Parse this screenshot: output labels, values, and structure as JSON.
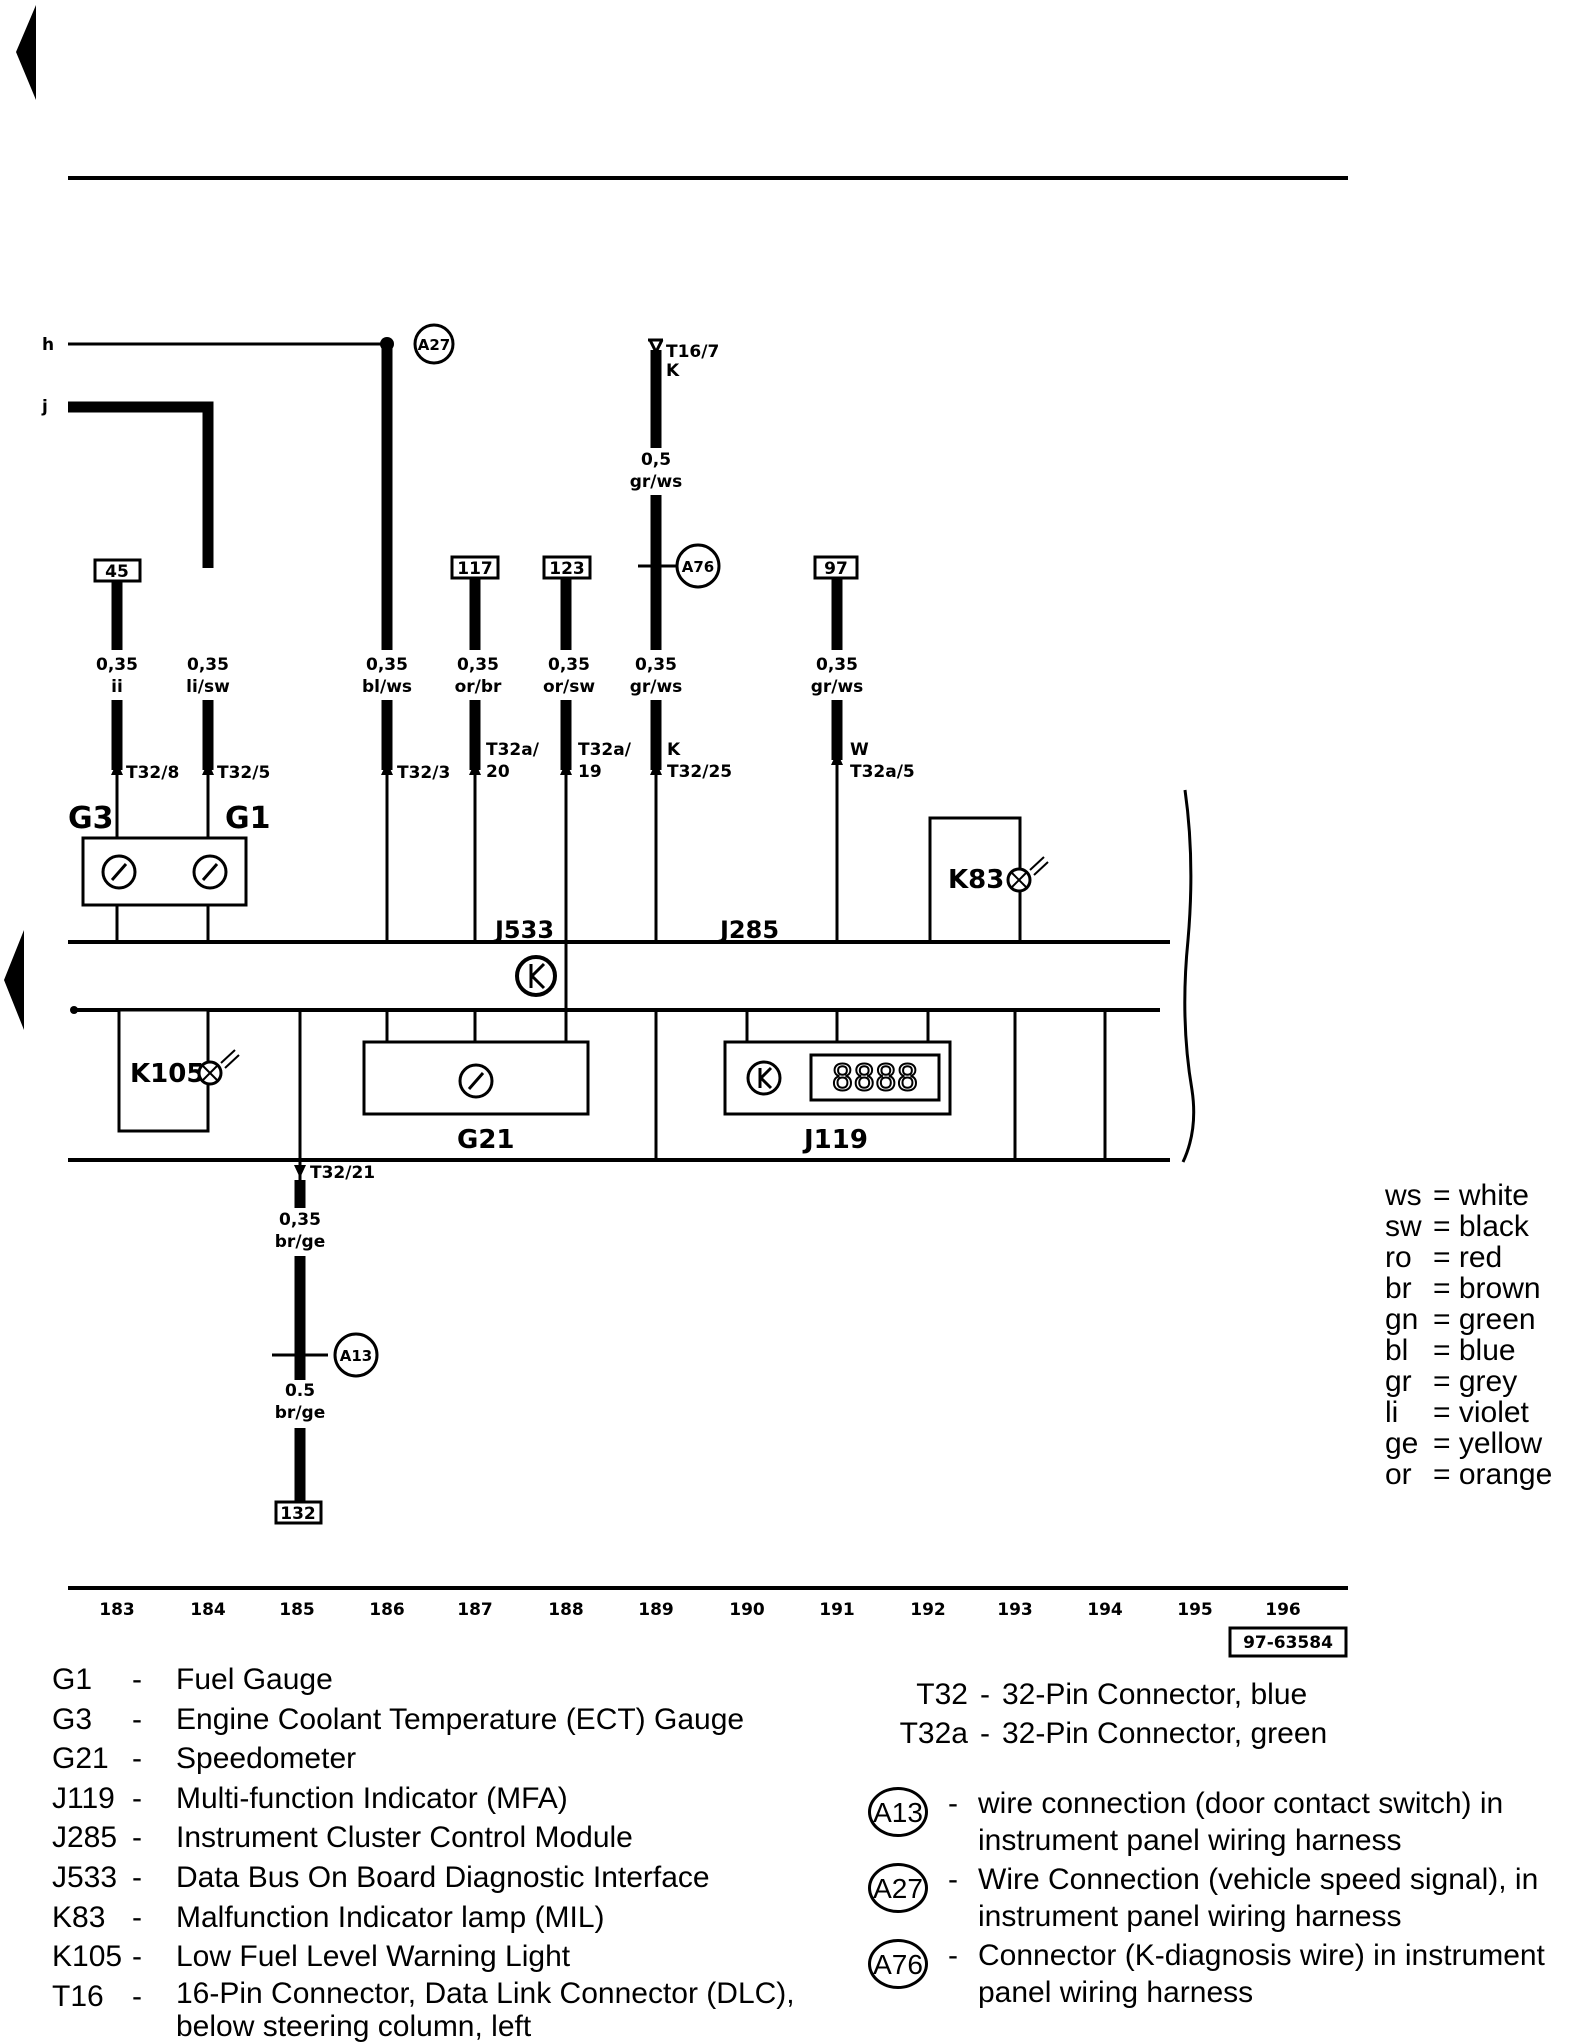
{
  "diagram": {
    "signals": {
      "h": "h",
      "j": "j"
    },
    "connector_top": {
      "name": "T16/7",
      "pin": "K"
    },
    "wires": {
      "w183": {
        "size": "0,35",
        "color": "ii",
        "ref": "45",
        "pin": "T32/8"
      },
      "w184": {
        "size": "0,35",
        "color": "li/sw",
        "pin": "T32/5"
      },
      "w186": {
        "size": "0,35",
        "color": "bl/ws",
        "pin": "T32/3"
      },
      "w187": {
        "size": "0,35",
        "color": "or/br",
        "ref": "117",
        "pin_a": "T32a/",
        "pin_b": "20"
      },
      "w188": {
        "size": "0,35",
        "color": "or/sw",
        "ref": "123",
        "pin_a": "T32a/",
        "pin_b": "19"
      },
      "w189_top": {
        "size": "0,5",
        "color": "gr/ws"
      },
      "w189": {
        "size": "0,35",
        "color": "gr/ws",
        "pin_a": "K",
        "pin_b": "T32/25"
      },
      "w191": {
        "size": "0,35",
        "color": "gr/ws",
        "ref": "97",
        "pin_a": "W",
        "pin_b": "T32a/5"
      },
      "w185a": {
        "size": "0,35",
        "color": "br/ge",
        "pin": "T32/21"
      },
      "w185b": {
        "size": "0.5",
        "color": "br/ge",
        "ref": "132"
      }
    },
    "splices": {
      "a27": "A27",
      "a76": "A76",
      "a13": "A13"
    },
    "components": {
      "g3": "G3",
      "g1": "G1",
      "j533": "J533",
      "j285": "J285",
      "k83": "K83",
      "k105": "K105",
      "g21": "G21",
      "j119": "J119",
      "display": "8888"
    },
    "track_numbers": [
      "183",
      "184",
      "185",
      "186",
      "187",
      "188",
      "189",
      "190",
      "191",
      "192",
      "193",
      "194",
      "195",
      "196"
    ],
    "drawing_id": "97-63584"
  },
  "color_codes": [
    {
      "abbr": "ws",
      "name": "= white"
    },
    {
      "abbr": "sw",
      "name": "= black"
    },
    {
      "abbr": "ro",
      "name": "= red"
    },
    {
      "abbr": "br",
      "name": "= brown"
    },
    {
      "abbr": "gn",
      "name": "= green"
    },
    {
      "abbr": "bl",
      "name": "= blue"
    },
    {
      "abbr": "gr",
      "name": "= grey"
    },
    {
      "abbr": "li",
      "name": "= violet"
    },
    {
      "abbr": "ge",
      "name": "= yellow"
    },
    {
      "abbr": "or",
      "name": "= orange"
    }
  ],
  "legend": [
    {
      "code": "G1",
      "desc": "Fuel Gauge"
    },
    {
      "code": "G3",
      "desc": "Engine Coolant Temperature (ECT) Gauge"
    },
    {
      "code": "G21",
      "desc": "Speedometer"
    },
    {
      "code": "J119",
      "desc": "Multi-function Indicator (MFA)"
    },
    {
      "code": "J285",
      "desc": "Instrument Cluster Control Module"
    },
    {
      "code": "J533",
      "desc": "Data Bus On Board Diagnostic Interface"
    },
    {
      "code": "K83",
      "desc": "Malfunction Indicator lamp (MIL)"
    },
    {
      "code": "K105",
      "desc": "Low Fuel Level Warning Light"
    },
    {
      "code": "T16",
      "desc": "16-Pin Connector, Data Link Connector (DLC), below steering column, left"
    }
  ],
  "legend_connectors": [
    {
      "code": "T32",
      "desc": "32-Pin Connector, blue"
    },
    {
      "code": "T32a",
      "desc": "32-Pin Connector, green"
    }
  ],
  "legend_wires": [
    {
      "code": "A13",
      "desc": "wire connection (door contact switch) in instrument panel wiring harness"
    },
    {
      "code": "A27",
      "desc": "Wire Connection (vehicle speed signal), in instrument panel wiring harness"
    },
    {
      "code": "A76",
      "desc": "Connector (K-diagnosis wire) in instrument panel wiring harness"
    }
  ]
}
